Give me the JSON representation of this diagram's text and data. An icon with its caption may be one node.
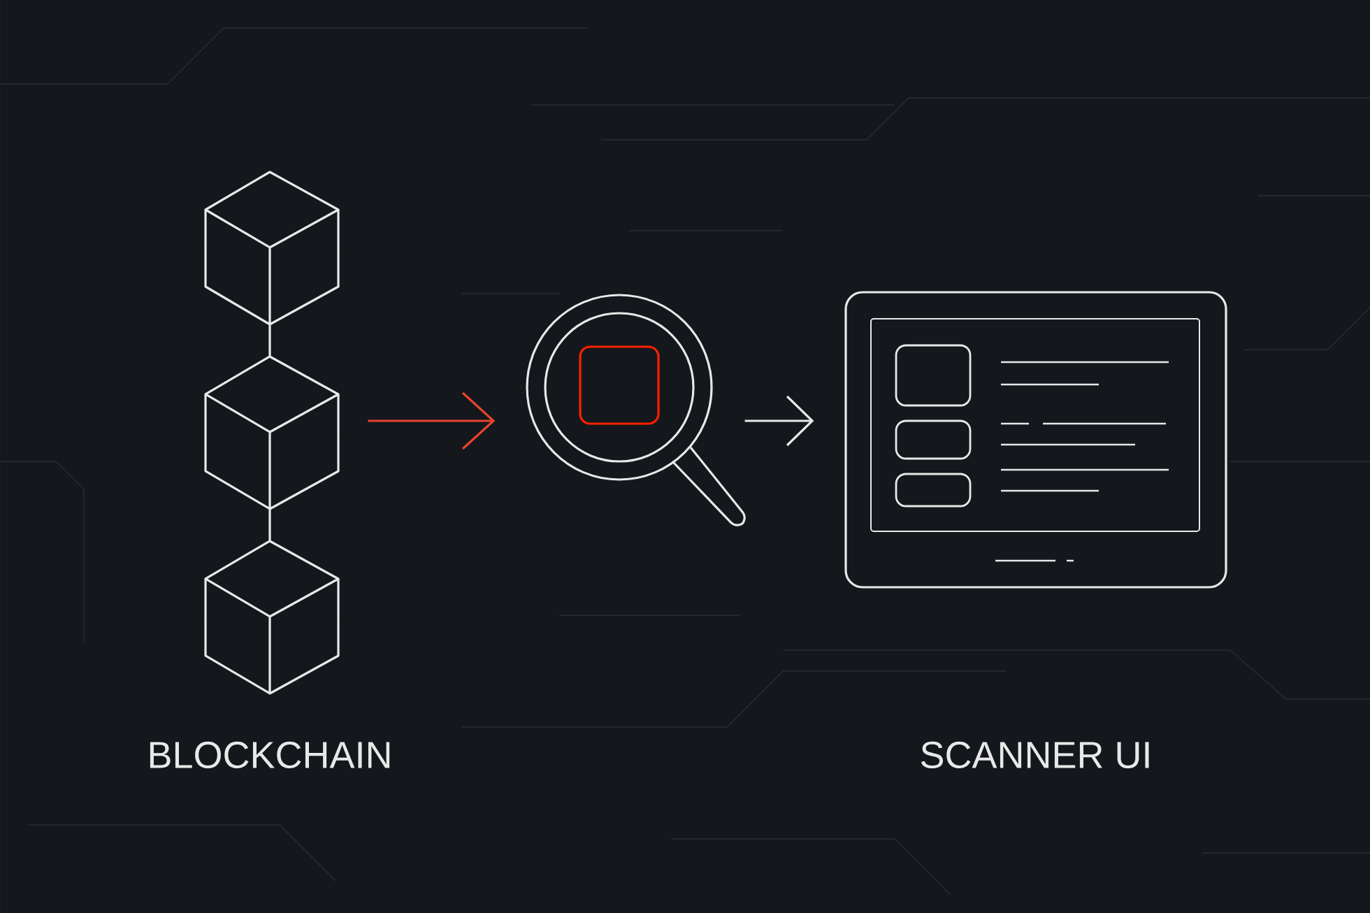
{
  "diagram": {
    "nodes": [
      {
        "text": [
          "BLOCKCHAIN"
        ]
      },
      {
        "text": [],
        "shape": "picture"
      },
      {
        "text": [
          "SCANNER UI"
        ]
      }
    ],
    "edges": [
      {
        "from": 0,
        "to": 1,
        "arrow": "to",
        "color": "#e8432f"
      },
      {
        "from": 1,
        "to": 2,
        "arrow": "to",
        "color": "#e8e8e8"
      }
    ]
  }
}
